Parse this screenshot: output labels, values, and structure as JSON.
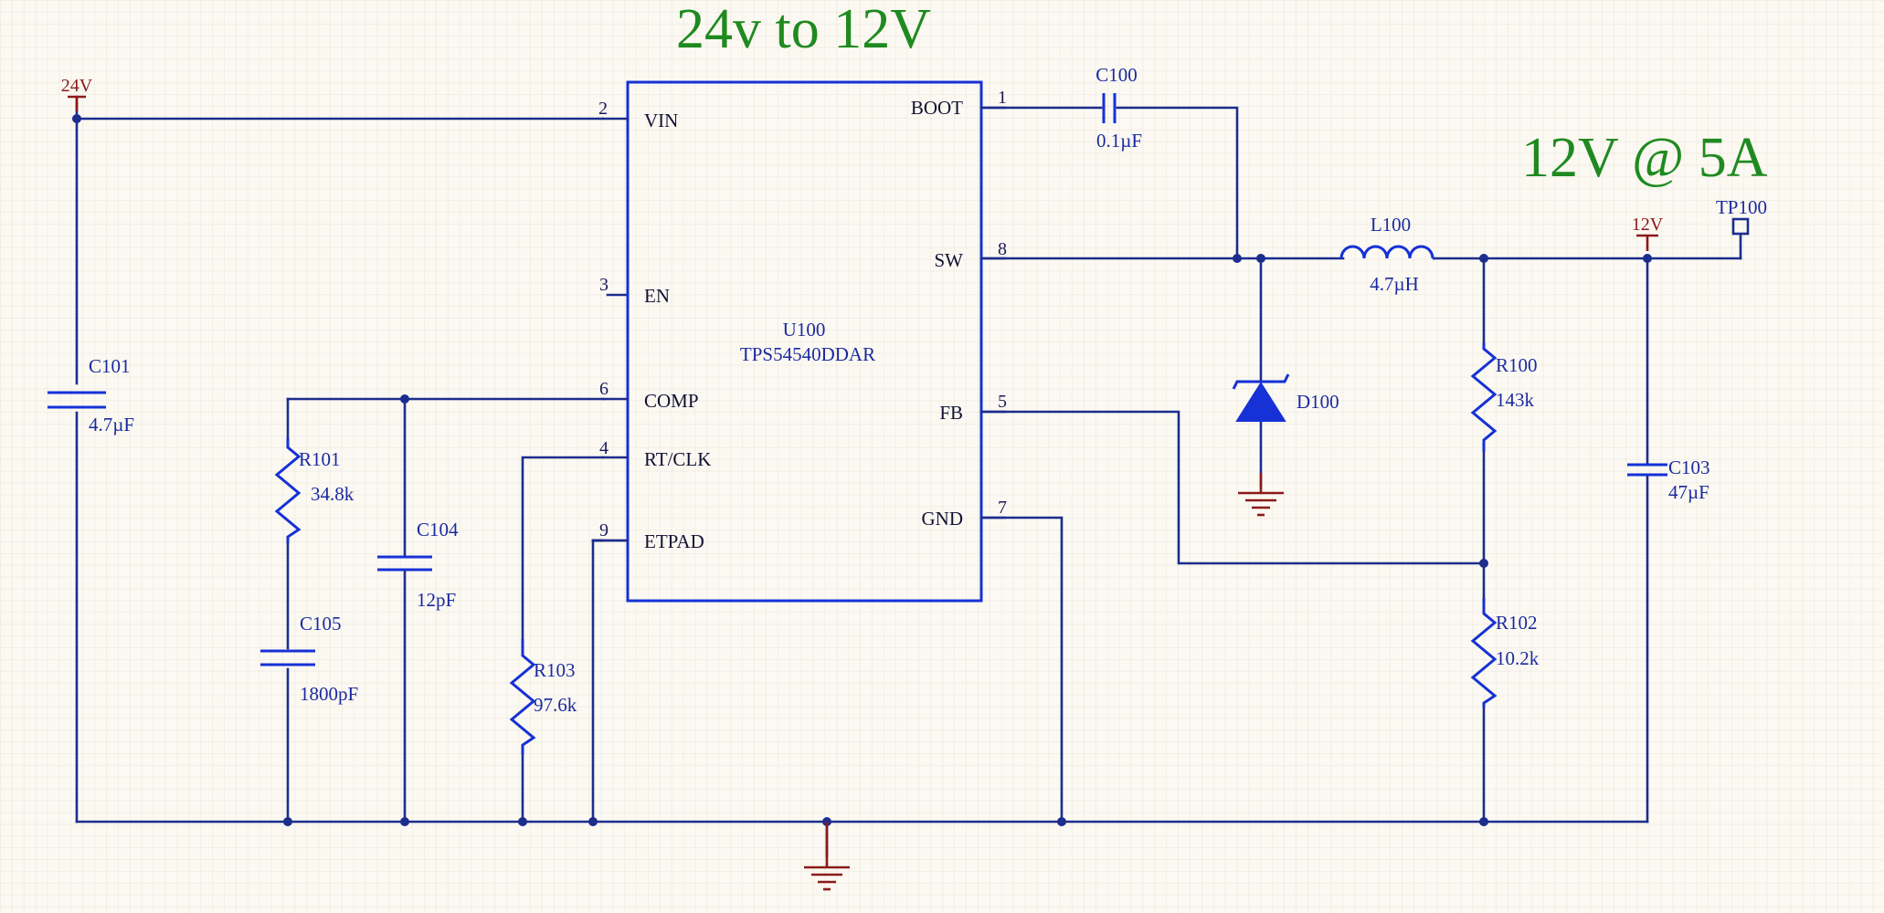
{
  "titles": {
    "main": "24v to 12V",
    "output": "12V @ 5A"
  },
  "net_labels": {
    "input": "24V",
    "output": "12V"
  },
  "ic": {
    "designator": "U100",
    "part": "TPS54540DDAR",
    "pins": {
      "vin": {
        "num": "2",
        "name": "VIN"
      },
      "en": {
        "num": "3",
        "name": "EN"
      },
      "comp": {
        "num": "6",
        "name": "COMP"
      },
      "rt": {
        "num": "4",
        "name": "RT/CLK"
      },
      "etpad": {
        "num": "9",
        "name": "ETPAD"
      },
      "boot": {
        "num": "1",
        "name": "BOOT"
      },
      "sw": {
        "num": "8",
        "name": "SW"
      },
      "fb": {
        "num": "5",
        "name": "FB"
      },
      "gnd": {
        "num": "7",
        "name": "GND"
      }
    }
  },
  "components": {
    "c100": {
      "ref": "C100",
      "value": "0.1µF"
    },
    "c101": {
      "ref": "C101",
      "value": "4.7µF"
    },
    "c103": {
      "ref": "C103",
      "value": "47µF"
    },
    "c104": {
      "ref": "C104",
      "value": "12pF"
    },
    "c105": {
      "ref": "C105",
      "value": "1800pF"
    },
    "r100": {
      "ref": "R100",
      "value": "143k"
    },
    "r101": {
      "ref": "R101",
      "value": "34.8k"
    },
    "r102": {
      "ref": "R102",
      "value": "10.2k"
    },
    "r103": {
      "ref": "R103",
      "value": "97.6k"
    },
    "l100": {
      "ref": "L100",
      "value": "4.7µH"
    },
    "d100": {
      "ref": "D100"
    },
    "tp100": {
      "ref": "TP100"
    }
  },
  "colors": {
    "background": "#fbf9f2",
    "wire": "#1c2d8e",
    "component": "#1631d6",
    "power_ground": "#8b1a1a",
    "title": "#1f8a1f"
  }
}
